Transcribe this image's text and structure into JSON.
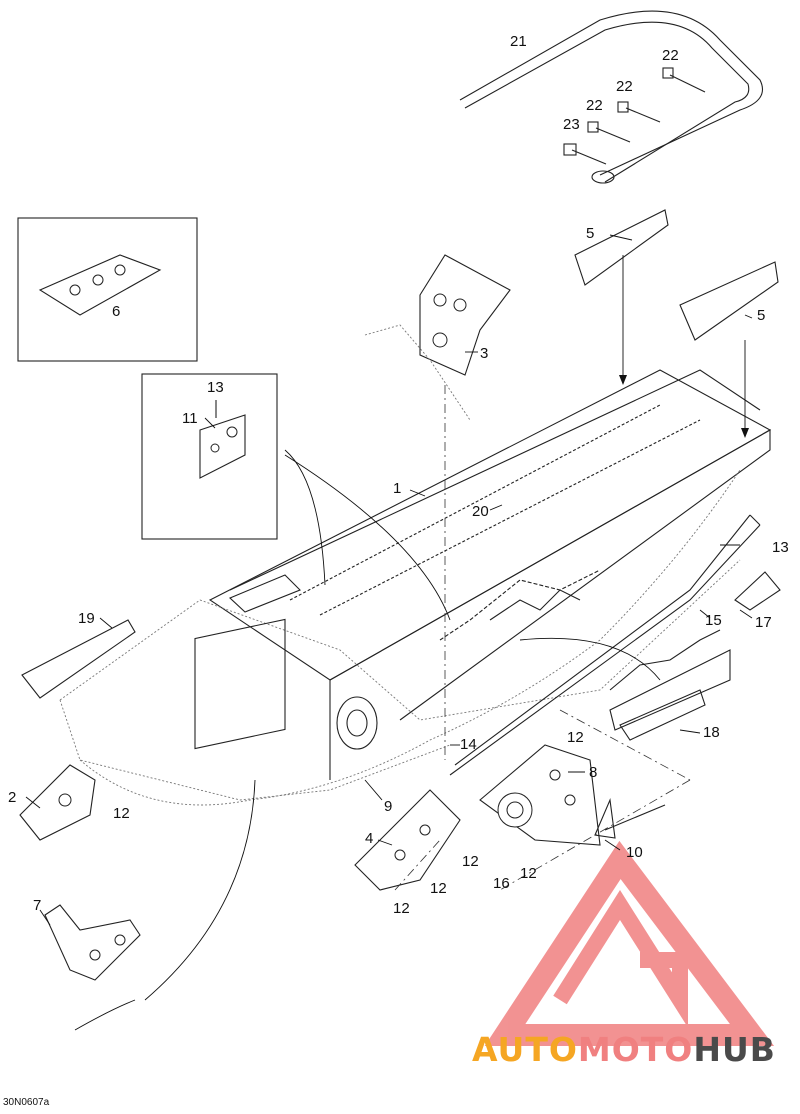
{
  "diagram": {
    "code": "30N0607a",
    "callouts": {
      "c1": "1",
      "c2": "2",
      "c3": "3",
      "c4": "4",
      "c5a": "5",
      "c5b": "5",
      "c6": "6",
      "c7": "7",
      "c8": "8",
      "c9": "9",
      "c10": "10",
      "c11": "11",
      "c12a": "12",
      "c12b": "12",
      "c12c": "12",
      "c12d": "12",
      "c12e": "12",
      "c12f": "12",
      "c13a": "13",
      "c13b": "13",
      "c14": "14",
      "c15": "15",
      "c16": "16",
      "c17": "17",
      "c18": "18",
      "c19": "19",
      "c20": "20",
      "c21": "21",
      "c22a": "22",
      "c22b": "22",
      "c22c": "22",
      "c23": "23"
    }
  },
  "watermark": {
    "word_auto": "AUTO",
    "word_moto": "MOTO",
    "word_hub": "HUB",
    "colors": {
      "auto": "#F5A623",
      "moto": "#F08080",
      "hub": "#4A4A4A",
      "logo": "#F08080"
    }
  }
}
